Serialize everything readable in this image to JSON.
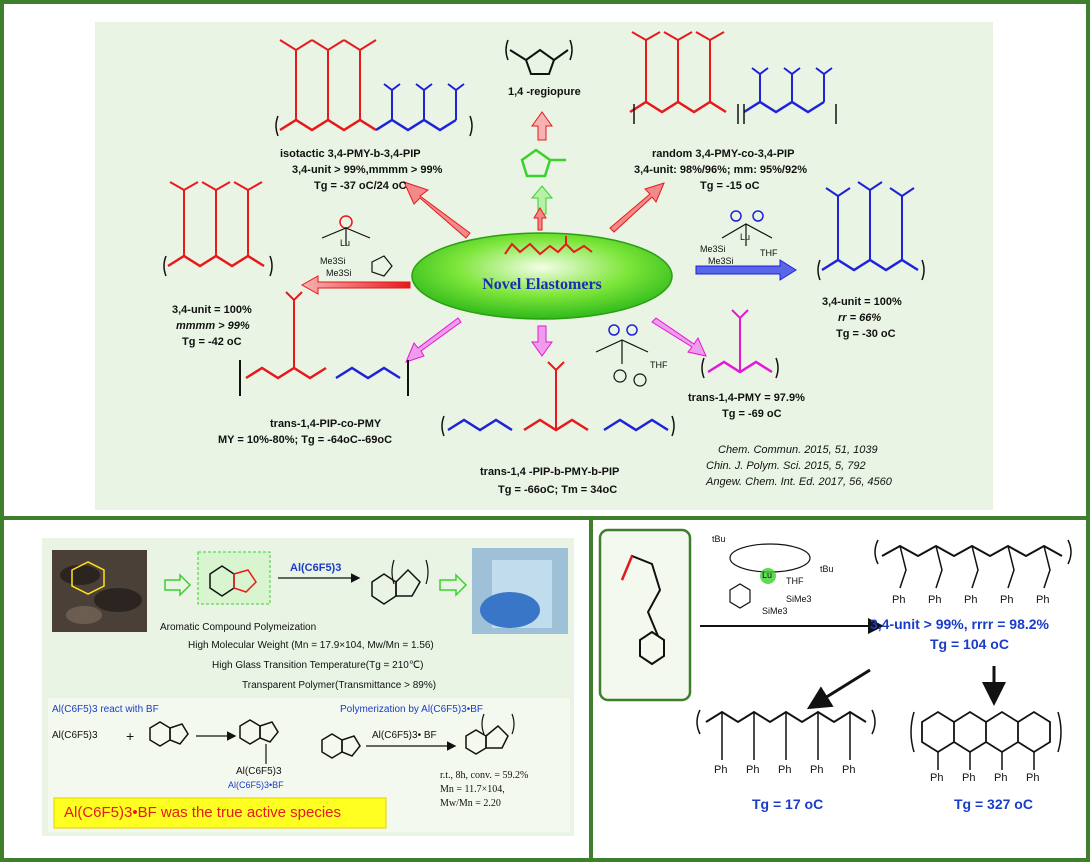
{
  "colors": {
    "border": "#3f7e2d",
    "red": "#e8191c",
    "blue": "#1d23d6",
    "magenta": "#e616d8",
    "green": "#3ad12c",
    "panel_bg": "#eaf4e4"
  },
  "top": {
    "center_label": "Novel Elastomers",
    "monomer_label": "1,4 -regiopure",
    "iso": {
      "title": "isotactic 3,4-PMY-b-3,4-PIP",
      "unit": "3,4-unit > 99%,mmmm > 99%",
      "tg": "Tg = -37 oC/24 oC"
    },
    "rand": {
      "title": "random 3,4-PMY-co-3,4-PIP",
      "unit": "3,4-unit: 98%/96%; mm: 95%/92%",
      "tg": "Tg = -15 oC"
    },
    "left": {
      "unit": "3,4-unit = 100%",
      "tact": "mmmm > 99%",
      "tg": "Tg = -42 oC"
    },
    "right": {
      "unit": "3,4-unit = 100%",
      "tact": "rr = 66%",
      "tg": "Tg = -30 oC"
    },
    "trans_co": {
      "title": "trans-1,4-PIP-co-PMY",
      "detail": "MY = 10%-80%; Tg = -64oC--69oC"
    },
    "trans_b": {
      "title": "trans-1,4 -PIP-b-PMY-b-PIP",
      "tg": "Tg = -66oC; Tm = 34oC"
    },
    "trans_pmy": {
      "title": "trans-1,4-PMY = 97.9%",
      "tg": "Tg = -69 oC"
    },
    "refs": [
      "Chem. Commun. 2015, 51, 1039",
      "Chin. J. Polym. Sci. 2015, 5, 792",
      "Angew. Chem. Int. Ed. 2017, 56, 4560"
    ],
    "catalyst_labels": {
      "tms": "Me3Si",
      "thf": "THF",
      "lu": "Lu"
    }
  },
  "bottom_left": {
    "reagent": "Al(C6F5)3",
    "line1": "Aromatic Compound Polymeization",
    "line2": "High Molecular Weight (Mn = 17.9×104, Mw/Mn = 1.56)",
    "line3": "High Glass Transition Temperature(Tg = 210℃)",
    "line4": "Transparent Polymer(Transmittance > 89%)",
    "react_title": "Al(C6F5)3 react with BF",
    "reactant": "Al(C6F5)3",
    "adduct": "Al(C6F5)3",
    "adduct_name": "Al(C6F5)3•BF",
    "poly_title": "Polymerization by Al(C6F5)3•BF",
    "poly_reagent": "Al(C6F5)3• BF",
    "cond1": "r.t., 8h, conv. = 59.2%",
    "cond2": "Mn = 11.7×104,",
    "cond3": "Mw/Mn = 2.20",
    "highlight": "Al(C6F5)3•BF was the true active species"
  },
  "bottom_right": {
    "stat": "3,4-unit > 99%, rrrr = 98.2%",
    "tg_main": "Tg = 104 oC",
    "tg_left": "Tg = 17 oC",
    "tg_right": "Tg = 327 oC",
    "ph": "Ph",
    "cat": {
      "tbu": "tBu",
      "thf": "THF",
      "tms": "SiMe3",
      "lu": "Lu"
    }
  }
}
